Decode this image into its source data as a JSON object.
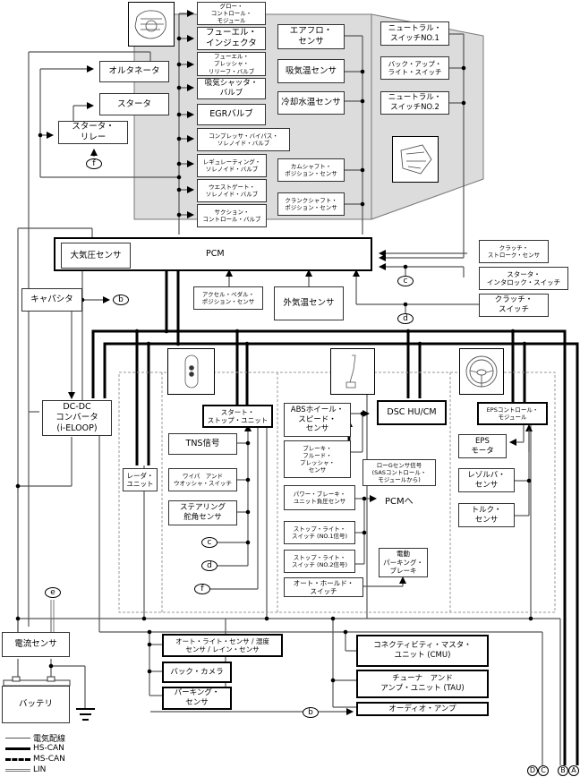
{
  "diagram": {
    "engine_group": {
      "actuators": [
        {
          "id": "glow",
          "label": "グロー・\nコントロール・\nモジュール"
        },
        {
          "id": "fuel-injector",
          "label": "フューエル・\nインジェクタ"
        },
        {
          "id": "fuel-pressure-relief",
          "label": "フューエル・\nプレッシャ・\nリリーフ・バルブ"
        },
        {
          "id": "intake-shutter",
          "label": "吸気シャッタ・\nバルブ"
        },
        {
          "id": "egr",
          "label": "EGRバルブ"
        },
        {
          "id": "compressor-bypass",
          "label": "コンプレッサ・バイパス・\nソレノイド・バルブ"
        },
        {
          "id": "regulating",
          "label": "レギュレーティング・\nソレノイド・バルブ"
        },
        {
          "id": "wastegate",
          "label": "ウエストゲート・\nソレノイド・バルブ"
        },
        {
          "id": "suction",
          "label": "サクション・\nコントロール・バルブ"
        }
      ],
      "sensors": [
        {
          "id": "airflow",
          "label": "エアフロ・\nセンサ"
        },
        {
          "id": "intake-temp",
          "label": "吸気温センサ"
        },
        {
          "id": "coolant-temp",
          "label": "冷却水温センサ"
        },
        {
          "id": "camshaft",
          "label": "カムシャフト・\nポジション・センサ"
        },
        {
          "id": "crankshaft",
          "label": "クランクシャフト・\nポジション・センサ"
        }
      ],
      "left": [
        {
          "id": "alternator",
          "label": "オルタネータ"
        },
        {
          "id": "starter",
          "label": "スタータ"
        },
        {
          "id": "starter-relay",
          "label": "スタータ・\nリレー"
        }
      ]
    },
    "transmission_group": [
      {
        "id": "neutral-1",
        "label": "ニュートラル・\nスイッチNO.1"
      },
      {
        "id": "backup-light",
        "label": "バック・アップ・\nライト・スイッチ"
      },
      {
        "id": "neutral-2",
        "label": "ニュートラル・\nスイッチNO.2"
      }
    ],
    "pcm": {
      "label": "PCM",
      "sub": "大気圧センサ"
    },
    "pcm_inputs": [
      {
        "id": "accel-pedal",
        "label": "アクセル・ペダル・\nポジション・センサ"
      },
      {
        "id": "ambient-temp",
        "label": "外気温センサ"
      },
      {
        "id": "clutch-stroke",
        "label": "クラッチ・\nストローク・センサ"
      },
      {
        "id": "starter-interlock",
        "label": "スタータ・\nインタロック・スイッチ"
      },
      {
        "id": "clutch-switch",
        "label": "クラッチ・\nスイッチ"
      }
    ],
    "power": {
      "capacitor": "キャパシタ",
      "dcdc": "DC-DC\nコンバータ\n(i-ELOOP)",
      "current_sensor": "電流センサ",
      "battery": "バッテリ"
    },
    "body_group": {
      "radar": "レーダ・\nユニット",
      "start_stop": "スタート・\nストップ・ユニット",
      "tns": "TNS信号",
      "wiper": "ワイパ　アンド\nウオッシャ・スイッチ",
      "steering_angle": "ステアリング\n舵角センサ"
    },
    "brake_group": {
      "abs": "ABSホイール・\nスピード・\nセンサ",
      "brake_fluid": "ブレーキ・\nフルード・\nプレッシャ・\nセンサ",
      "dsc": "DSC HU/CM",
      "lo_g": "ローGセンサ信号\n(SASコントロール・\nモジュールから)",
      "power_brake": "パワー・ブレーキ・\nユニット負圧センサ",
      "to_pcm": "PCMへ",
      "stop_light_1": "ストップ・ライト・\nスイッチ (NO.1信号)",
      "stop_light_2": "ストップ・ライト・\nスイッチ (NO.2信号)",
      "epb": "電動\nパーキング・\nブレーキ",
      "auto_hold": "オート・ホールド・\nスイッチ"
    },
    "eps_group": {
      "eps_cm": "EPSコントロール・\nモジュール",
      "eps_motor": "EPS\nモータ",
      "resolver": "レゾルバ・\nセンサ",
      "torque": "トルク・\nセンサ"
    },
    "lin_devices": [
      {
        "id": "auto-light",
        "label": "オート・ライト・センサ / 湿度\nセンサ / レイン・センサ"
      },
      {
        "id": "back-camera",
        "label": "バック・カメラ"
      },
      {
        "id": "parking-sensor",
        "label": "パーキング・\nセンサ"
      }
    ],
    "ms_can_devices": [
      {
        "id": "cmu",
        "label": "コネクティビティ・マスタ・\nユニット (CMU)"
      },
      {
        "id": "tau",
        "label": "チューナ　アンド\nアンプ・ユニット (TAU)"
      },
      {
        "id": "audio-amp",
        "label": "オーディオ・アンプ"
      }
    ],
    "connectors": {
      "b": "b",
      "c": "c",
      "d": "d",
      "e": "e",
      "f": "f"
    },
    "bus_ends": {
      "A": "A",
      "B": "B",
      "C": "C",
      "D": "D"
    },
    "legend": [
      {
        "label": "電気配線",
        "style": "thin"
      },
      {
        "label": "HS-CAN",
        "style": "thick"
      },
      {
        "label": "MS-CAN",
        "style": "dashed"
      },
      {
        "label": "LIN",
        "style": "double"
      }
    ],
    "colors": {
      "group_fill": "#dcdcdc",
      "wire": "#555555",
      "bus": "#000000"
    }
  }
}
